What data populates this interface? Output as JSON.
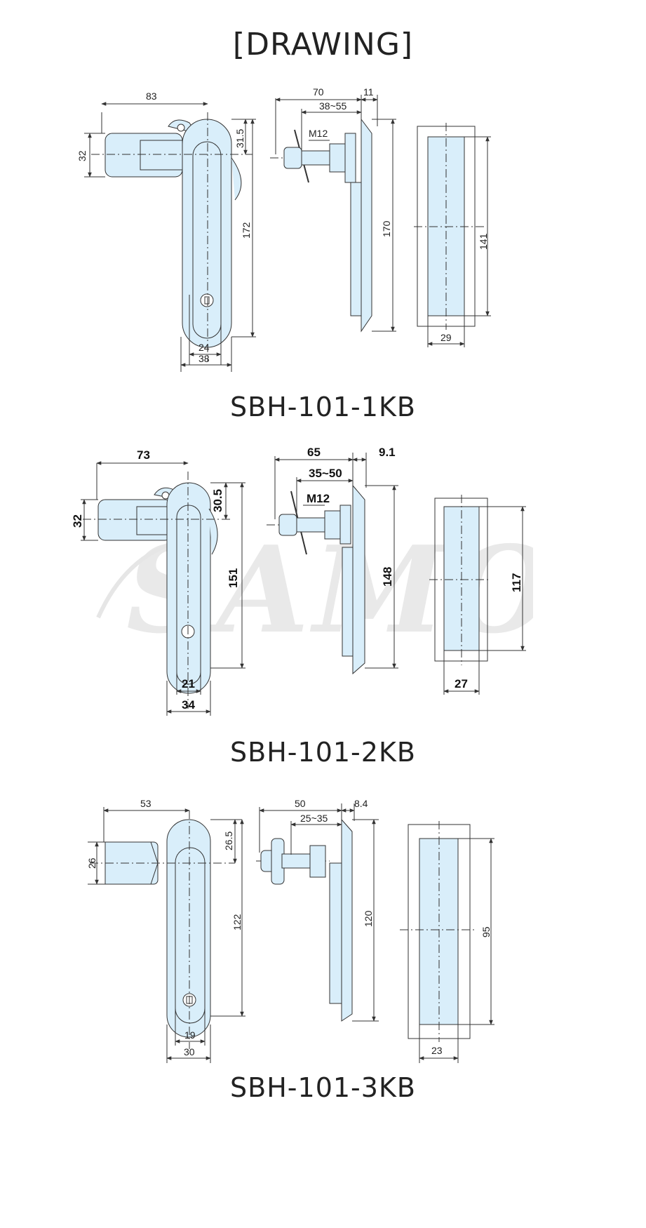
{
  "page": {
    "title": "[DRAWING]"
  },
  "watermark": {
    "text": "SAMO"
  },
  "drawings": [
    {
      "model": "SBH-101-1KB",
      "dims": {
        "width_83": "83",
        "knob_32": "32",
        "top_31_5": "31.5",
        "height_172": "172",
        "key_24": "24",
        "base_38": "38",
        "side_70": "70",
        "side_11": "11",
        "range_38_55": "38~55",
        "thread_m12": "M12",
        "side_170": "170",
        "cut_141": "141",
        "cut_29": "29"
      }
    },
    {
      "model": "SBH-101-2KB",
      "dims": {
        "width_73": "73",
        "knob_32": "32",
        "top_30_5": "30.5",
        "height_151": "151",
        "key_21": "21",
        "base_34": "34",
        "side_65": "65",
        "side_9_1": "9.1",
        "range_35_50": "35~50",
        "thread_m12": "M12",
        "side_148": "148",
        "cut_117": "117",
        "cut_27": "27"
      }
    },
    {
      "model": "SBH-101-3KB",
      "dims": {
        "width_53": "53",
        "knob_26": "26",
        "top_26_5": "26.5",
        "height_122": "122",
        "key_19": "19",
        "base_30": "30",
        "side_50": "50",
        "side_8_4": "8.4",
        "range_25_35": "25~35",
        "side_120": "120",
        "cut_95": "95",
        "cut_23": "23"
      }
    }
  ]
}
